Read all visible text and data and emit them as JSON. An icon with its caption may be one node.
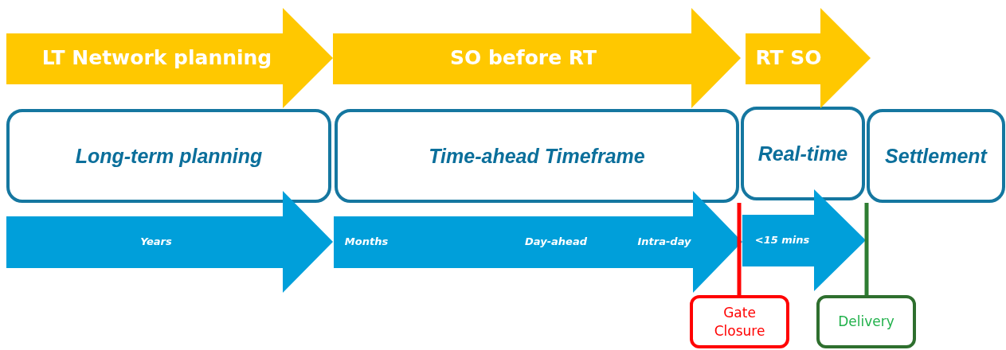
{
  "diagram": {
    "nodes": [
      {
        "text": [
          "LT Network planning"
        ]
      },
      {
        "text": [
          "SO before RT"
        ]
      },
      {
        "text": [
          "RT SO"
        ]
      },
      {
        "text": [
          "Long-term planning"
        ]
      },
      {
        "text": [
          "Time-ahead Timeframe"
        ]
      },
      {
        "text": [
          "Real-time"
        ]
      },
      {
        "text": [
          "Settlement"
        ]
      },
      {
        "text": [
          "Years"
        ]
      },
      {
        "text": [
          "Months",
          "Day-ahead",
          "Intra-day"
        ]
      },
      {
        "text": [
          "<15 mins"
        ]
      },
      {
        "text": [
          "Gate Closure"
        ]
      },
      {
        "text": [
          "Delivery"
        ]
      }
    ],
    "edges": [
      {
        "from": 10,
        "to": 4,
        "arrow": "none",
        "color": "#ff0000"
      },
      {
        "from": 11,
        "to": 6,
        "arrow": "none",
        "color": "#2e7d32"
      }
    ]
  }
}
